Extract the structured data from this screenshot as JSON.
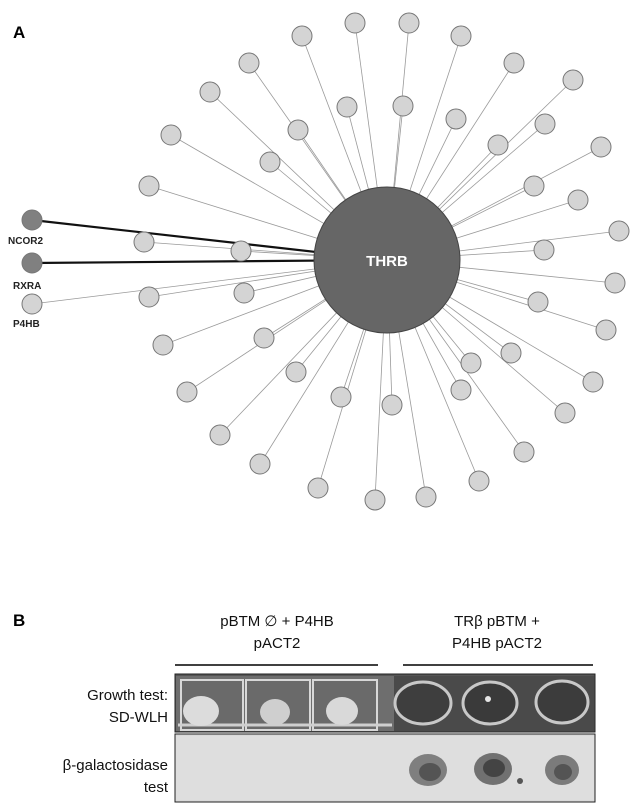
{
  "panel_a": {
    "panel_label": "A",
    "hub": {
      "label": "THRB",
      "color": "#666666",
      "text_color": "#ffffff"
    },
    "highlighted_nodes": [
      {
        "label": "NCOR2",
        "color": "#808080"
      },
      {
        "label": "RXRA",
        "color": "#808080"
      },
      {
        "label": "P4HB",
        "color": "#d4d4d4"
      }
    ],
    "node_color": "#d4d4d4",
    "edge_color": "#9a9a9a",
    "strong_edge_color": "#111111"
  },
  "panel_b": {
    "panel_label": "B",
    "columns": [
      {
        "line1": "pBTM ∅ + P4HB",
        "line2": "pACT2"
      },
      {
        "line1": "TRβ pBTM +",
        "line2": "P4HB pACT2"
      }
    ],
    "rows": [
      {
        "line1": "Growth test:",
        "line2": "SD-WLH"
      },
      {
        "line1": "β-galactosidase",
        "line2": "test"
      }
    ]
  }
}
